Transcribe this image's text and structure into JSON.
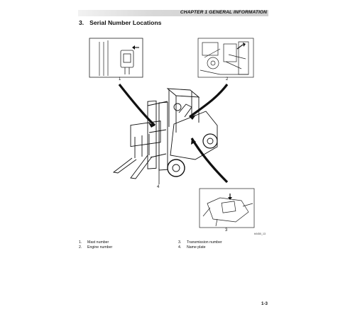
{
  "header": {
    "chapter_title": "CHAPTER 1 GENERAL INFORMATION"
  },
  "section": {
    "number": "3.",
    "title": "Serial Number Locations"
  },
  "figure": {
    "callouts": [
      "1",
      "2",
      "3",
      "4"
    ],
    "figure_code": "b0450_13"
  },
  "legend": {
    "items": [
      {
        "num": "1.",
        "label": "Mast number"
      },
      {
        "num": "2.",
        "label": "Engine number"
      },
      {
        "num": "3.",
        "label": "Transmission number"
      },
      {
        "num": "4.",
        "label": "Name plate"
      }
    ]
  },
  "footer": {
    "page_number": "1-3"
  }
}
